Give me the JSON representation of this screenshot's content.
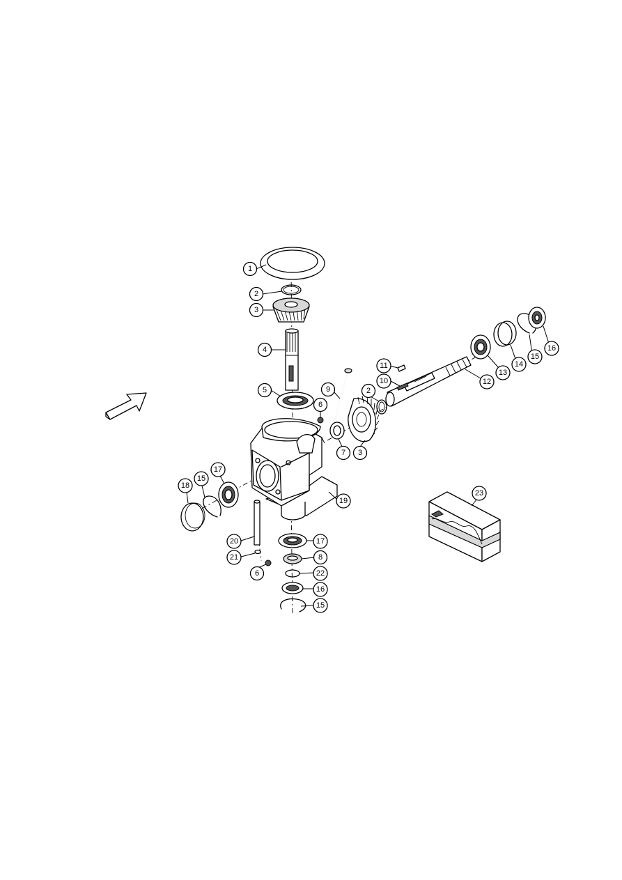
{
  "callouts": [
    {
      "id": "c1",
      "label": "1"
    },
    {
      "id": "c2a",
      "label": "2"
    },
    {
      "id": "c3a",
      "label": "3"
    },
    {
      "id": "c4",
      "label": "4"
    },
    {
      "id": "c5",
      "label": "5"
    },
    {
      "id": "c6a",
      "label": "6"
    },
    {
      "id": "c9",
      "label": "9"
    },
    {
      "id": "c7",
      "label": "7"
    },
    {
      "id": "c3b",
      "label": "3"
    },
    {
      "id": "c2b",
      "label": "2"
    },
    {
      "id": "c10",
      "label": "10"
    },
    {
      "id": "c11",
      "label": "11"
    },
    {
      "id": "c12",
      "label": "12"
    },
    {
      "id": "c13",
      "label": "13"
    },
    {
      "id": "c14",
      "label": "14"
    },
    {
      "id": "c15a",
      "label": "15"
    },
    {
      "id": "c16a",
      "label": "16"
    },
    {
      "id": "c17a",
      "label": "17"
    },
    {
      "id": "c15b",
      "label": "15"
    },
    {
      "id": "c18",
      "label": "18"
    },
    {
      "id": "c19",
      "label": "19"
    },
    {
      "id": "c20",
      "label": "20"
    },
    {
      "id": "c21",
      "label": "21"
    },
    {
      "id": "c6b",
      "label": "6"
    },
    {
      "id": "c17b",
      "label": "17"
    },
    {
      "id": "c8",
      "label": "8"
    },
    {
      "id": "c22",
      "label": "22"
    },
    {
      "id": "c16b",
      "label": "16"
    },
    {
      "id": "c15c",
      "label": "15"
    },
    {
      "id": "c23",
      "label": "23"
    }
  ]
}
